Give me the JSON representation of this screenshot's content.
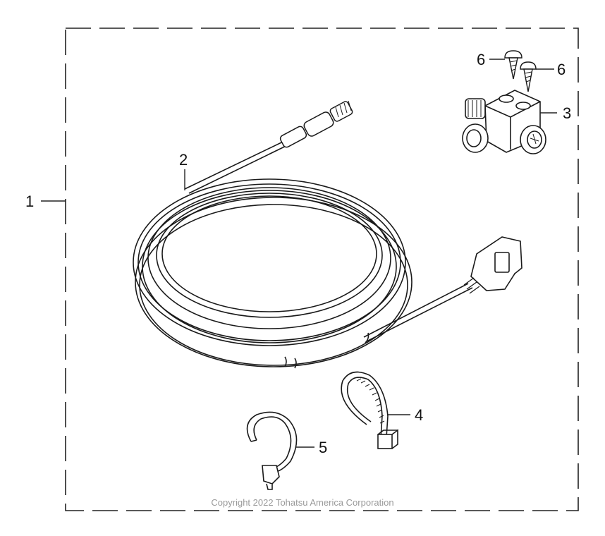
{
  "callouts": {
    "c1": "1",
    "c2": "2",
    "c3": "3",
    "c4": "4",
    "c5": "5",
    "c6a": "6",
    "c6b": "6"
  },
  "copyright": "Copyright 2022 Tohatsu America Corporation",
  "colors": {
    "line": "#1a1a1a",
    "frame": "#222222",
    "copyright": "#9a9a9a"
  }
}
